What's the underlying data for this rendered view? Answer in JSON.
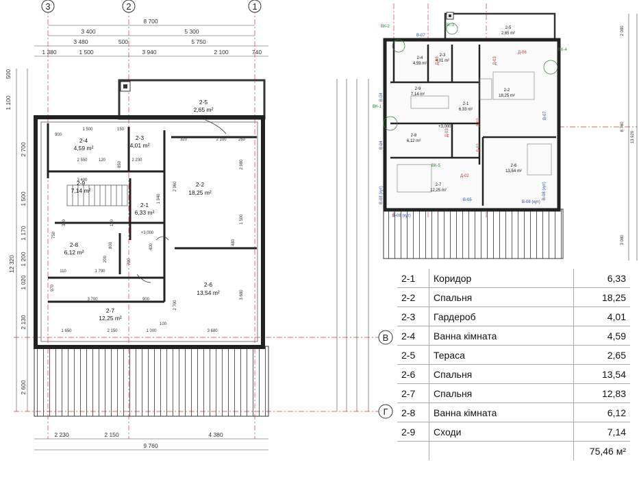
{
  "axes": {
    "col_3": "3",
    "col_2": "2",
    "col_1": "1",
    "row_v": "В",
    "row_g": "Г"
  },
  "top_dims": {
    "d1": "8 700",
    "d2a": "3 400",
    "d2b": "5 300",
    "d3a": "3 480",
    "d3b": "500",
    "d3c": "5 750",
    "d4a": "1 380",
    "d4b": "1 500",
    "d4c": "3 940",
    "d4d": "2 100",
    "d4e": "740"
  },
  "bottom_dims": {
    "b1": "2 230",
    "b2": "2 150",
    "b3": "4 380",
    "total": "9 760"
  },
  "left_dims": {
    "l_500": "500",
    "l_1100": "1 100",
    "l_2700": "2 700",
    "l_1500": "1 500",
    "l_1170": "1 170",
    "l_1200": "1 200",
    "l_1020": "1 020",
    "l_2130": "2 130",
    "l_2600": "2 600",
    "l_12320": "12 320"
  },
  "right_dims": {
    "rd1": "2 080",
    "rd2": "8 760",
    "rd3": "13 920",
    "rd4": "3 080"
  },
  "inner_dims": {
    "i1": "1 500",
    "i2": "900",
    "i3": "150",
    "i4": "2 550",
    "i5": "120",
    "i6": "2 230",
    "i7": "3 400",
    "i8": "320",
    "i9": "2 100",
    "i10": "260",
    "i11": "2 980",
    "i12": "2 960",
    "i13": "1 940",
    "i14": "1 500",
    "i15": "480",
    "i16": "3 680",
    "i17": "2 700",
    "i18": "3 700",
    "i19": "900",
    "i20": "1 650",
    "i21": "2 150",
    "i22": "1 000",
    "i23": "3 680",
    "i24": "1 790",
    "i25": "110",
    "i26": "970",
    "i27": "+3,000",
    "i28": "850",
    "i29": "800",
    "i30": "700",
    "i31": "400",
    "i32": "200",
    "i33": "100",
    "i34": "750",
    "i35": "300",
    "i36": "160"
  },
  "left_rooms": [
    {
      "code": "2-5",
      "area": "2,65 m²"
    },
    {
      "code": "2-4",
      "area": "4,59 m²"
    },
    {
      "code": "2-3",
      "area": "4,01 m²"
    },
    {
      "code": "2-2",
      "area": "18,25 m²"
    },
    {
      "code": "2-9",
      "area": "7,14 m²"
    },
    {
      "code": "2-1",
      "area": "6,33 m²"
    },
    {
      "code": "2-8",
      "area": "6,12 m²"
    },
    {
      "code": "2-6",
      "area": "13,54 m²"
    },
    {
      "code": "2-7",
      "area": "12,25 m²"
    }
  ],
  "right_rooms": [
    {
      "code": "2-5",
      "area": "2,65 m²"
    },
    {
      "code": "2-4",
      "area": "4,59 m²"
    },
    {
      "code": "2-3",
      "area": "4,01 m²"
    },
    {
      "code": "2-2",
      "area": "18,25 m²"
    },
    {
      "code": "2-9",
      "area": "7,14 m²"
    },
    {
      "code": "2-1",
      "area": "6,33 m²"
    },
    {
      "code": "2-8",
      "area": "6,12 m²"
    },
    {
      "code": "2-6",
      "area": "13,54 m²"
    },
    {
      "code": "2-7",
      "area": "12,25 m²"
    }
  ],
  "right_labels": {
    "vk2": "ВК-2",
    "vk3": "ВК-3",
    "vk4": "ВК-4",
    "vk1": "ВК-1",
    "vk5": "ВК-5",
    "v07a": "В-07",
    "v07b": "В-07",
    "v04a": "В-04",
    "v04b": "В-04",
    "v05": "В-05",
    "v08a": "В-08 (кут)",
    "v08b": "В-08 (кут)",
    "v08c": "В-08 (кут)",
    "v08d": "В-08 (кут)",
    "d03a": "Д-03",
    "d03b": "Д-03",
    "d03c": "Д-03",
    "d06": "Д-06",
    "d02a": "Д-02",
    "d02b": "Д-02",
    "d02c": "Д-02",
    "lvl": "+3,000"
  },
  "room_table": [
    {
      "code": "2-1",
      "name": "Коридор",
      "area": "6,33"
    },
    {
      "code": "2-2",
      "name": "Спальня",
      "area": "18,25"
    },
    {
      "code": "2-3",
      "name": "Гардероб",
      "area": "4,01"
    },
    {
      "code": "2-4",
      "name": "Ванна кімната",
      "area": "4,59"
    },
    {
      "code": "2-5",
      "name": "Тераса",
      "area": "2,65"
    },
    {
      "code": "2-6",
      "name": "Спальня",
      "area": "13,54"
    },
    {
      "code": "2-7",
      "name": "Спальня",
      "area": "12,83"
    },
    {
      "code": "2-8",
      "name": "Ванна кімната",
      "area": "6,12"
    },
    {
      "code": "2-9",
      "name": "Сходи",
      "area": "7,14"
    }
  ],
  "table_total": "75,46 м²"
}
